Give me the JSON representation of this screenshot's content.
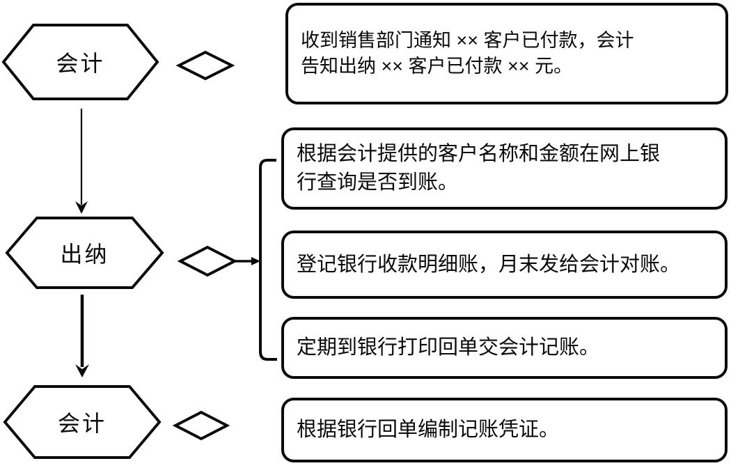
{
  "diagram": {
    "type": "flowchart",
    "language": "zh-CN",
    "colors": {
      "stroke": "#0a0a0a",
      "fill": "#ffffff",
      "text": "#0a0a0a"
    },
    "roles": [
      {
        "shape": "hexagon",
        "label": "会计"
      },
      {
        "shape": "hexagon",
        "label": "出纳"
      },
      {
        "shape": "hexagon",
        "label": "会计"
      }
    ],
    "tasks": [
      {
        "lines": [
          "收到销售部门通知 ×× 客户已付款，会计",
          "告知出纳 ×× 客户已付款 ×× 元。"
        ]
      },
      {
        "lines": [
          "根据会计提供的客户名称和金额在网上银",
          "行查询是否到账。"
        ]
      },
      {
        "lines": [
          "登记银行收款明细账，月末发给会计对账。"
        ]
      },
      {
        "lines": [
          "定期到银行打印回单交会计记账。"
        ]
      },
      {
        "lines": [
          "根据银行回单编制记账凭证。"
        ]
      }
    ],
    "connectors": {
      "flow_arrows": 2,
      "diamond_links": 3,
      "bracket_groups_tasks": [
        2,
        3,
        4
      ]
    }
  }
}
